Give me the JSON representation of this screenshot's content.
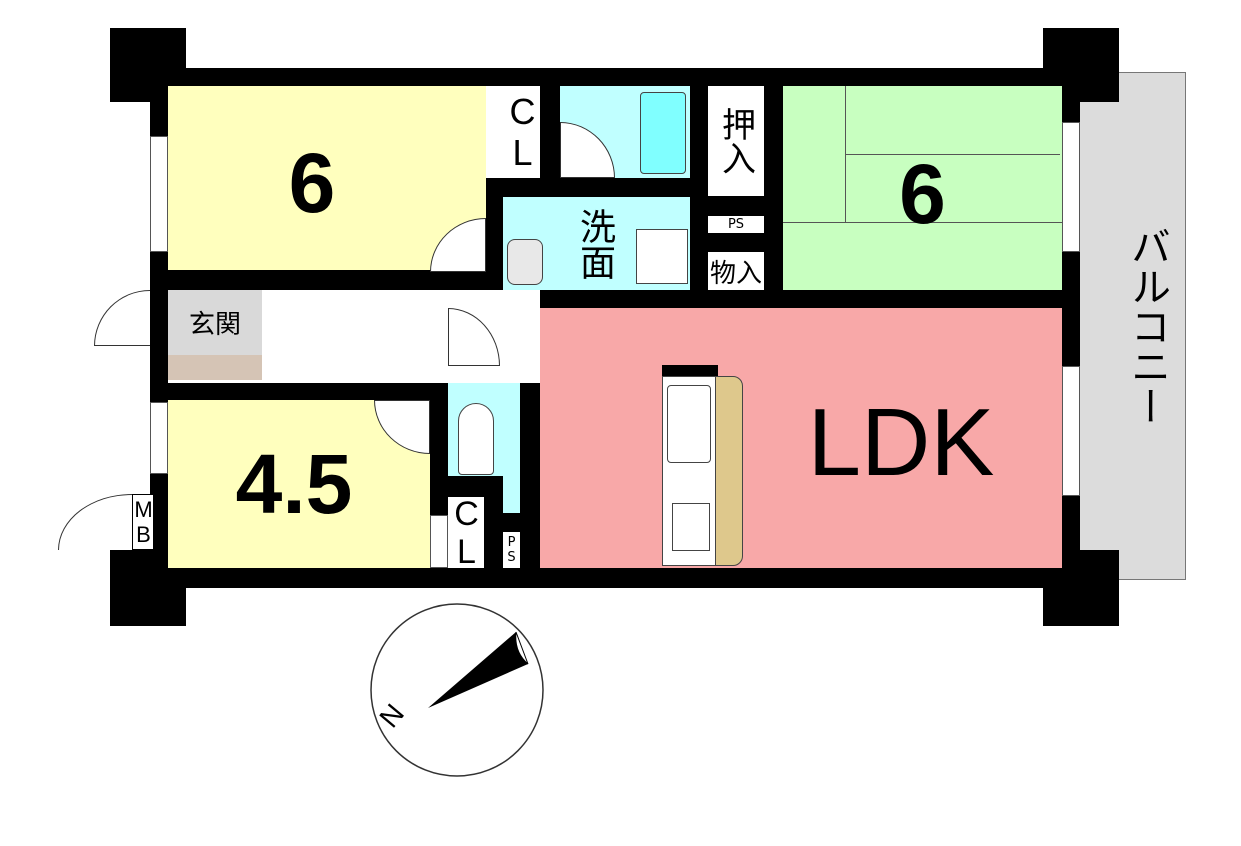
{
  "rooms": {
    "western_room_1": "6",
    "japanese_room": "6",
    "western_room_2": "4.5",
    "ldk": "LDK",
    "closet_top": "CL",
    "closet_bottom": "CL",
    "oshiire": "押入",
    "ps_top": "PS",
    "ps_bottom": "PS",
    "storage": "物入",
    "washroom": "洗面",
    "entrance": "玄関",
    "meter_box": "MB",
    "balcony": "バルコニー"
  },
  "compass": {
    "north_label": "N"
  },
  "colors": {
    "western": "#FFFFBE",
    "wet": "#C0FFFF",
    "japanese": "#C8FFC0",
    "ldk": "#F8A8A8",
    "balcony": "#DCDCDC"
  }
}
